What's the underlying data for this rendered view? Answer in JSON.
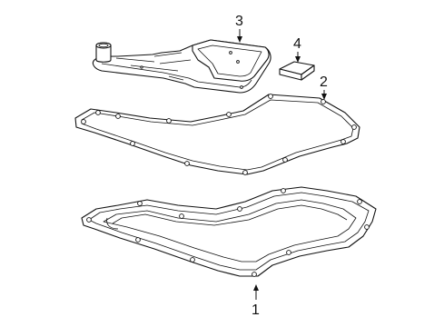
{
  "callouts": [
    {
      "id": "1",
      "label": "1"
    },
    {
      "id": "2",
      "label": "2"
    },
    {
      "id": "3",
      "label": "3"
    },
    {
      "id": "4",
      "label": "4"
    }
  ],
  "parts": [
    {
      "callout": "1",
      "icon": "transmission-oil-pan-icon"
    },
    {
      "callout": "2",
      "icon": "pan-gasket-icon"
    },
    {
      "callout": "3",
      "icon": "transmission-filter-icon"
    },
    {
      "callout": "4",
      "icon": "filter-seal-icon"
    }
  ],
  "colors": {
    "line": "#111111",
    "background": "#ffffff"
  }
}
